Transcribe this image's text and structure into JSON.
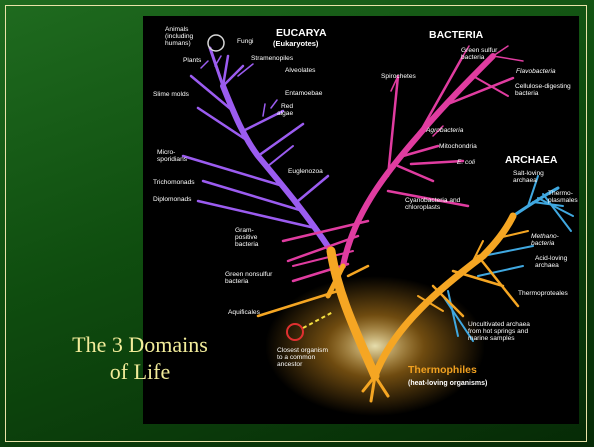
{
  "slide": {
    "title_line1": "The 3 Domains",
    "title_line2": "of Life"
  },
  "domains": {
    "eucarya": {
      "title": "EUCARYA",
      "subtitle": "(Eukaryotes)"
    },
    "bacteria": {
      "title": "BACTERIA"
    },
    "archaea": {
      "title": "ARCHAEA"
    }
  },
  "eucarya_labels": {
    "animals_1": "Animals",
    "animals_2": "(including",
    "animals_3": "humans)",
    "fungi": "Fungi",
    "plants": "Plants",
    "stramenopiles": "Stramenopiles",
    "alveolates": "Alveolates",
    "slime_molds": "Slime molds",
    "entamoebae": "Entamoebae",
    "red_algae_1": "Red",
    "red_algae_2": "algae",
    "microsporidians_1": "Micro-",
    "microsporidians_2": "sporidians",
    "euglenozoa": "Euglenozoa",
    "trichomonads": "Trichomonads",
    "diplomonads": "Diplomonads"
  },
  "bacteria_labels": {
    "spirochetes": "Spirochetes",
    "green_sulfur_1": "Green sulfur",
    "green_sulfur_2": "bacteria",
    "flavobacteria": "Flavobacteria",
    "cellulose_1": "Cellulose-digesting",
    "cellulose_2": "bacteria",
    "agrobacteria": "Agrobacteria",
    "mitochondria": "Mitochondria",
    "ecoli": "E. coli",
    "cyanobacteria_1": "Cyanobacteria and",
    "cyanobacteria_2": "chloroplasts",
    "gram_1": "Gram-",
    "gram_2": "positive",
    "gram_3": "bacteria",
    "green_nonsulfur_1": "Green nonsulfur",
    "green_nonsulfur_2": "bacteria",
    "aquificales": "Aquificales"
  },
  "archaea_labels": {
    "salt_1": "Salt-loving",
    "salt_2": "archaea",
    "thermoplasmales_1": "Thermo-",
    "thermoplasmales_2": "plasmales",
    "methano_1": "Methano-",
    "methano_2": "bacteria",
    "acid_1": "Acid-loving",
    "acid_2": "archaea",
    "thermoproteales": "Thermoproteales",
    "uncultivated_1": "Uncultivated archaea",
    "uncultivated_2": "from hot springs and",
    "uncultivated_3": "marine samples"
  },
  "root_labels": {
    "closest_1": "Closest organism",
    "closest_2": "to a common",
    "closest_3": "ancestor",
    "thermophiles": "Thermophiles",
    "thermophiles_sub": "(heat-loving organisms)"
  },
  "colors": {
    "eucarya_branch": "#9b5cf0",
    "bacteria_branch": "#e03ca0",
    "archaea_branch": "#40a8e0",
    "thermophile_branch": "#f5a623",
    "title_text": "#f2ec9a",
    "background": "#0f4d0f"
  }
}
